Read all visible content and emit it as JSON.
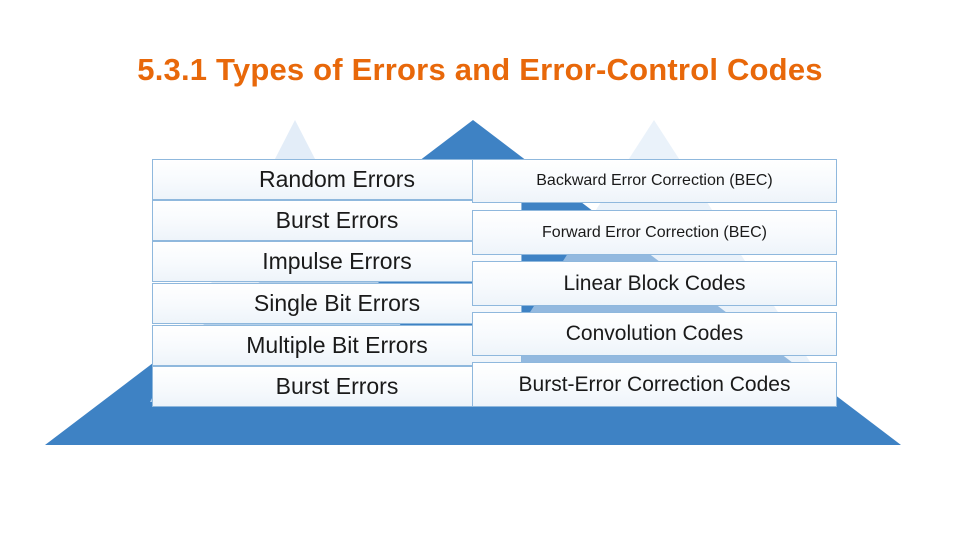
{
  "slide": {
    "title": "5.3.1  Types of Errors and Error-Control Codes",
    "title_color": "#E8680A",
    "background_color": "#FFFFFF",
    "pyramid_color": "#3E82C4"
  },
  "left_column": {
    "items": [
      "Random Errors",
      "Burst Errors",
      "Impulse Errors",
      "Single Bit Errors",
      "Multiple Bit Errors",
      "Burst Errors"
    ]
  },
  "right_column": {
    "items": [
      "Backward Error Correction (BEC)",
      "Forward Error Correction (BEC)",
      "Linear Block Codes",
      "Convolution Codes",
      "Burst-Error Correction Codes"
    ]
  }
}
